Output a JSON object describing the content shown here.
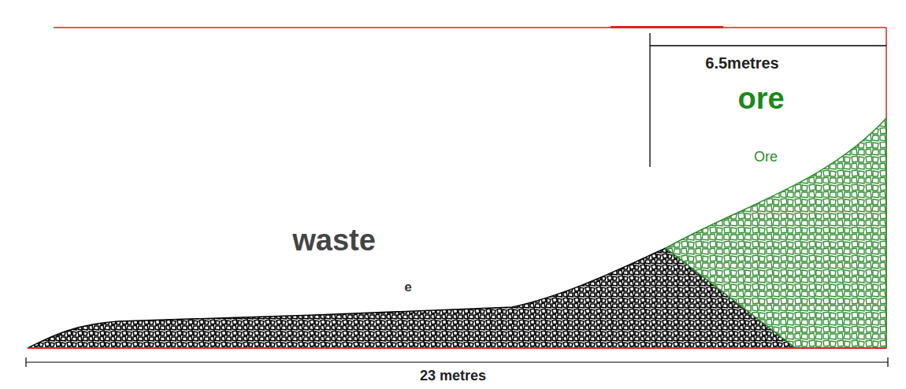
{
  "diagram": {
    "labels": [
      "6.5metres",
      "ore",
      "Ore",
      "waste",
      "e",
      "23 metres"
    ]
  }
}
